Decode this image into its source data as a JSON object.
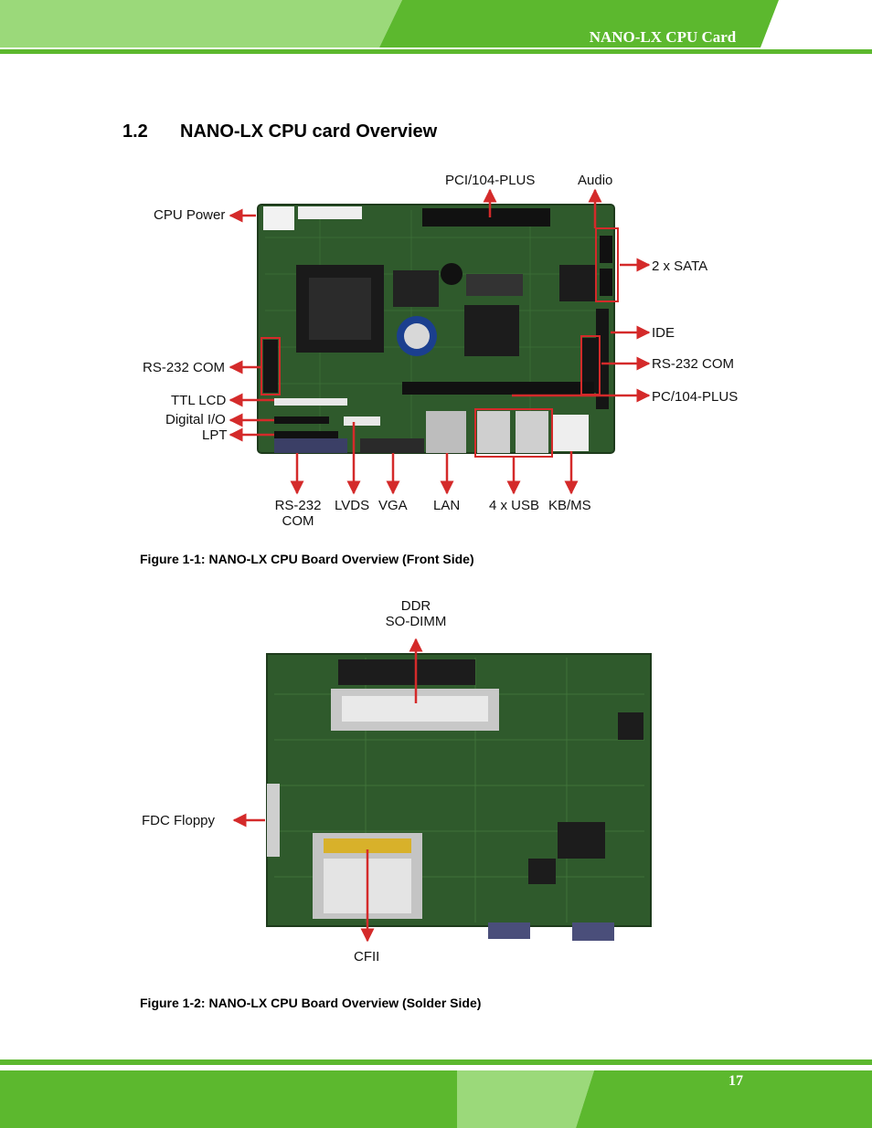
{
  "header": {
    "title": "NANO-LX CPU Card"
  },
  "section": {
    "number": "1.2",
    "title": "NANO-LX CPU card Overview"
  },
  "figure1": {
    "caption": "Figure 1-1: NANO-LX CPU Board Overview (Front Side)",
    "labels": {
      "pci104plus": "PCI/104-PLUS",
      "audio": "Audio",
      "cpu_power": "CPU Power",
      "sata": "2 x SATA",
      "ide": "IDE",
      "rs232_left": "RS-232 COM",
      "rs232_right": "RS-232 COM",
      "ttl_lcd": "TTL LCD",
      "pc104plus": "PC/104-PLUS",
      "digital_io": "Digital I/O",
      "lpt": "LPT",
      "rs232_bottom_1": "RS-232",
      "rs232_bottom_2": "COM",
      "lvds": "LVDS",
      "vga": "VGA",
      "lan": "LAN",
      "usb": "4 x USB",
      "kbms": "KB/MS"
    }
  },
  "figure2": {
    "caption": "Figure 1-2: NANO-LX CPU Board Overview (Solder Side)",
    "labels": {
      "ddr_1": "DDR",
      "ddr_2": "SO-DIMM",
      "fdc": "FDC Floppy",
      "cfii": "CFII"
    }
  },
  "footer": {
    "page_number": "17"
  },
  "colors": {
    "brand_green": "#5cb82e",
    "light_green": "#9bd97a",
    "board_green": "#2f5a2c",
    "arrow_red": "#d42a2a"
  }
}
